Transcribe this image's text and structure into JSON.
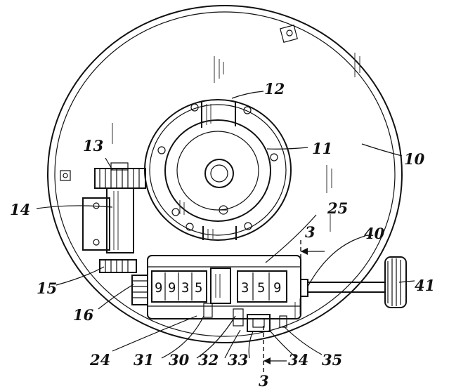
{
  "figure": {
    "reference_numerals": {
      "n10": "10",
      "n11": "11",
      "n12": "12",
      "n13": "13",
      "n14": "14",
      "n15": "15",
      "n16": "16",
      "n24": "24",
      "n25": "25",
      "n30": "30",
      "n31": "31",
      "n32": "32",
      "n33": "33",
      "n34": "34",
      "n35": "35",
      "n40": "40",
      "n41": "41",
      "section_top": "3",
      "section_bottom": "3"
    },
    "counter_left": {
      "d1": "9",
      "d2": "9",
      "d3": "3",
      "d4": "5"
    },
    "counter_right": {
      "d1": "3",
      "d2": "5",
      "d3": "9"
    },
    "colors": {
      "ink": "#111111",
      "paper": "#ffffff"
    }
  }
}
